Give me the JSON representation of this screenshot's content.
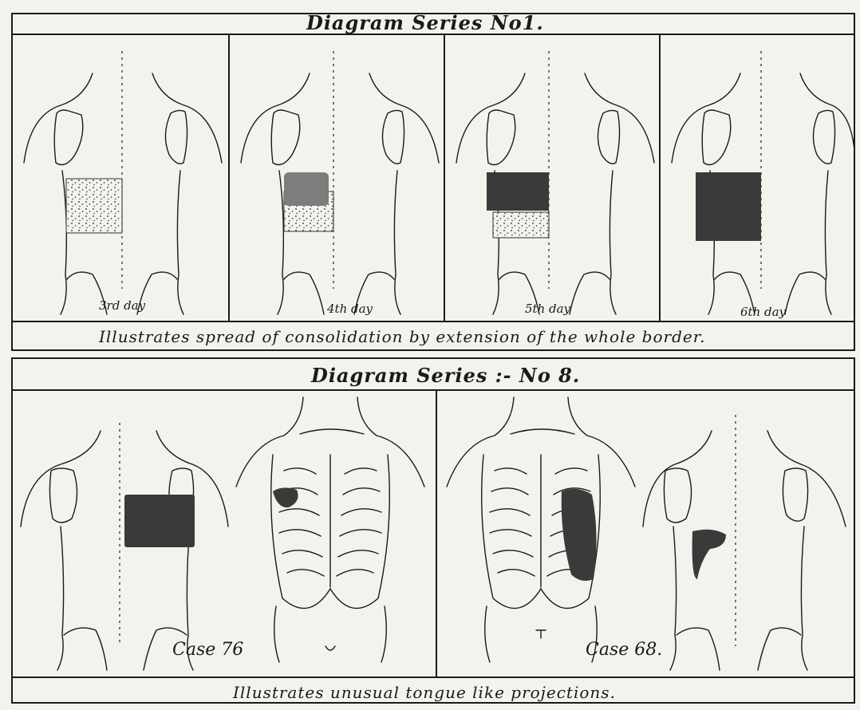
{
  "series1": {
    "title": "Diagram Series No1.",
    "days": [
      "3rd day",
      "4th day",
      "5th day",
      "6th day"
    ],
    "caption": "Illustrates spread of consolidation by extension of the whole border."
  },
  "series2": {
    "title": "Diagram Series :- No 8.",
    "cases": [
      "Case 76",
      "Case 68."
    ],
    "caption": "Illustrates unusual tongue like projections."
  }
}
